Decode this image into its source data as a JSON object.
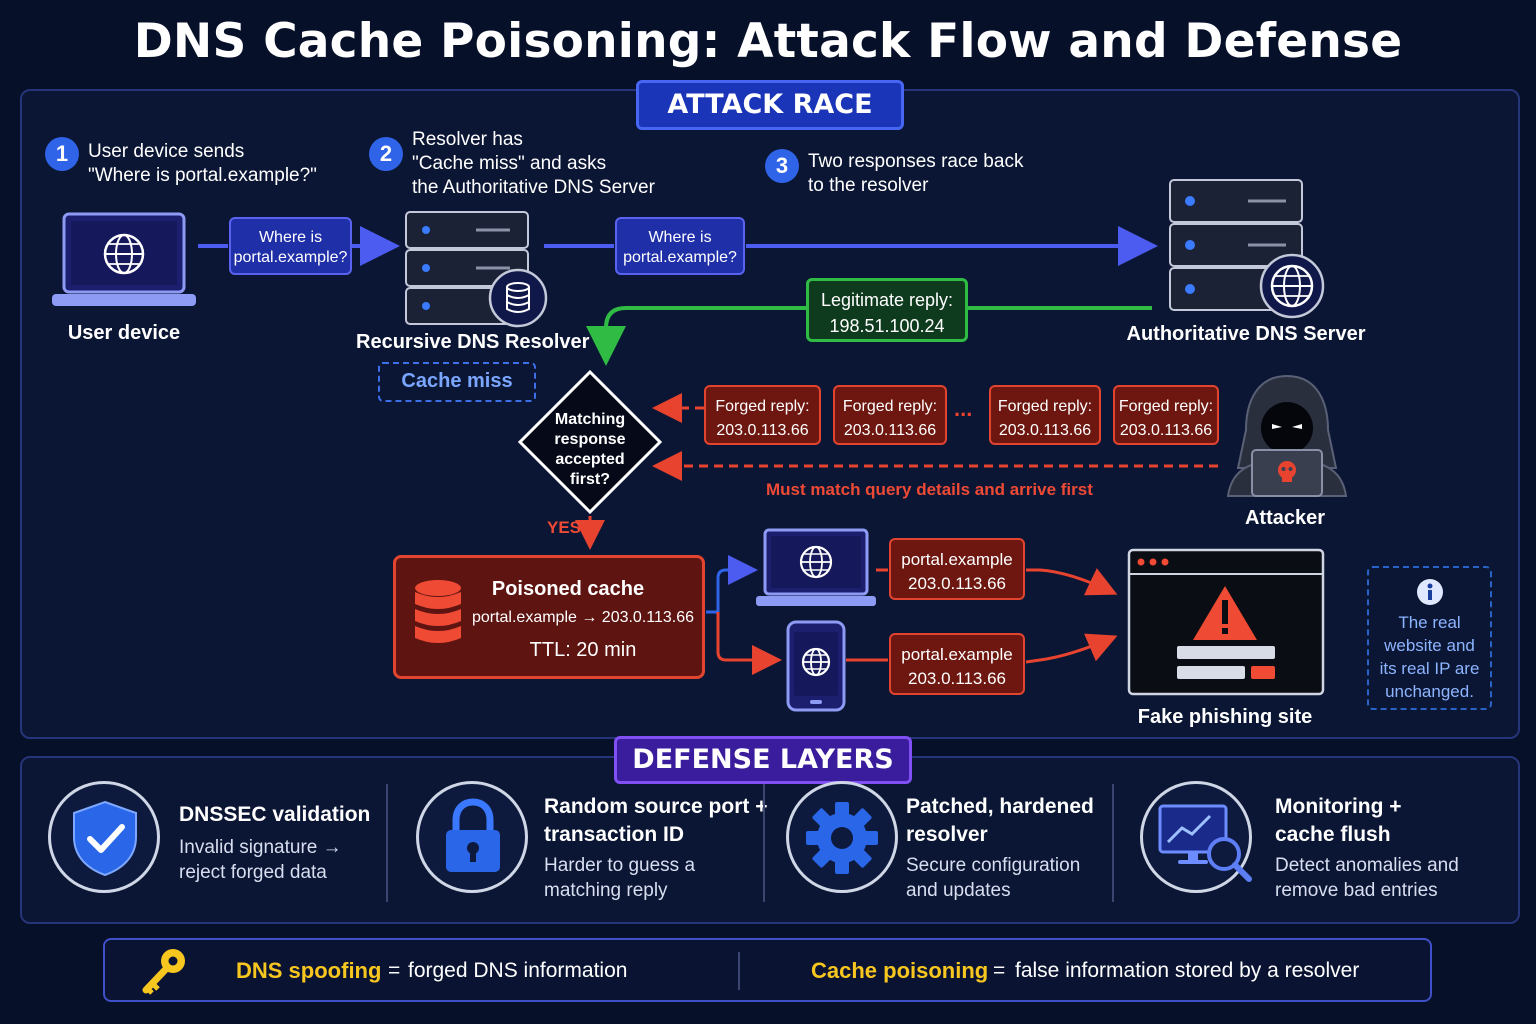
{
  "title": "DNS Cache Poisoning: Attack Flow and Defense",
  "attack_section": {
    "heading": "ATTACK RACE",
    "steps": [
      {
        "number": "1",
        "line1": "User device sends",
        "line2": "\"Where is portal.example?\""
      },
      {
        "number": "2",
        "line1": "Resolver has",
        "line2": "\"Cache miss\" and asks",
        "line3": "the Authoritative DNS Server"
      },
      {
        "number": "3",
        "line1": "Two responses race back",
        "line2": "to the resolver"
      }
    ],
    "nodes": {
      "user_device": "User device",
      "resolver": "Recursive DNS Resolver",
      "authoritative": "Authoritative DNS Server",
      "attacker": "Attacker",
      "fake_site": "Fake phishing site"
    },
    "query1": {
      "line1": "Where is",
      "line2": "portal.example?"
    },
    "query2": {
      "line1": "Where is",
      "line2": "portal.example?"
    },
    "cache_miss": "Cache miss",
    "legit_reply": {
      "line1": "Legitimate reply:",
      "line2": "198.51.100.24"
    },
    "forged_replies": [
      {
        "line1": "Forged reply:",
        "line2": "203.0.113.66"
      },
      {
        "line1": "Forged reply:",
        "line2": "203.0.113.66"
      },
      {
        "line1": "Forged reply:",
        "line2": "203.0.113.66"
      },
      {
        "line1": "Forged reply:",
        "line2": "203.0.113.66"
      }
    ],
    "ellipsis": "...",
    "decision": {
      "line1": "Matching",
      "line2": "response",
      "line3": "accepted",
      "line4": "first?"
    },
    "yes_label": "YES",
    "match_note": "Must match query details and arrive first",
    "poisoned_cache": {
      "title": "Poisoned cache",
      "entry": "portal.example → 203.0.113.66",
      "ttl": "TTL: 20 min"
    },
    "results": [
      {
        "line1": "portal.example",
        "line2": "203.0.113.66"
      },
      {
        "line1": "portal.example",
        "line2": "203.0.113.66"
      }
    ],
    "info_note": {
      "line1": "The real",
      "line2": "website and",
      "line3": "its real IP are",
      "line4": "unchanged."
    }
  },
  "defense_section": {
    "heading": "DEFENSE LAYERS",
    "items": [
      {
        "title1": "DNSSEC validation",
        "title2": "",
        "desc1": "Invalid signature →",
        "desc2": "reject forged data",
        "icon": "shield-check-icon"
      },
      {
        "title1": "Random source port +",
        "title2": "transaction ID",
        "desc1": "Harder to guess a",
        "desc2": "matching reply",
        "icon": "padlock-icon"
      },
      {
        "title1": "Patched, hardened",
        "title2": "resolver",
        "desc1": "Secure configuration",
        "desc2": "and updates",
        "icon": "gear-icon"
      },
      {
        "title1": "Monitoring +",
        "title2": "cache flush",
        "desc1": "Detect anomalies and",
        "desc2": "remove bad entries",
        "icon": "monitor-magnifier-icon"
      }
    ]
  },
  "glossary": [
    {
      "term": "DNS spoofing",
      "equals": "=",
      "definition": "forged DNS information"
    },
    {
      "term": "Cache poisoning",
      "equals": "=",
      "definition": "false information stored by a resolver"
    }
  ],
  "colors": {
    "background": "#071029",
    "attack_blue": "#4766f2",
    "legit_green": "#2fbb44",
    "forged_red": "#e1452f",
    "defense_purple": "#8150f5",
    "glossary_gold": "#f7c61f"
  }
}
